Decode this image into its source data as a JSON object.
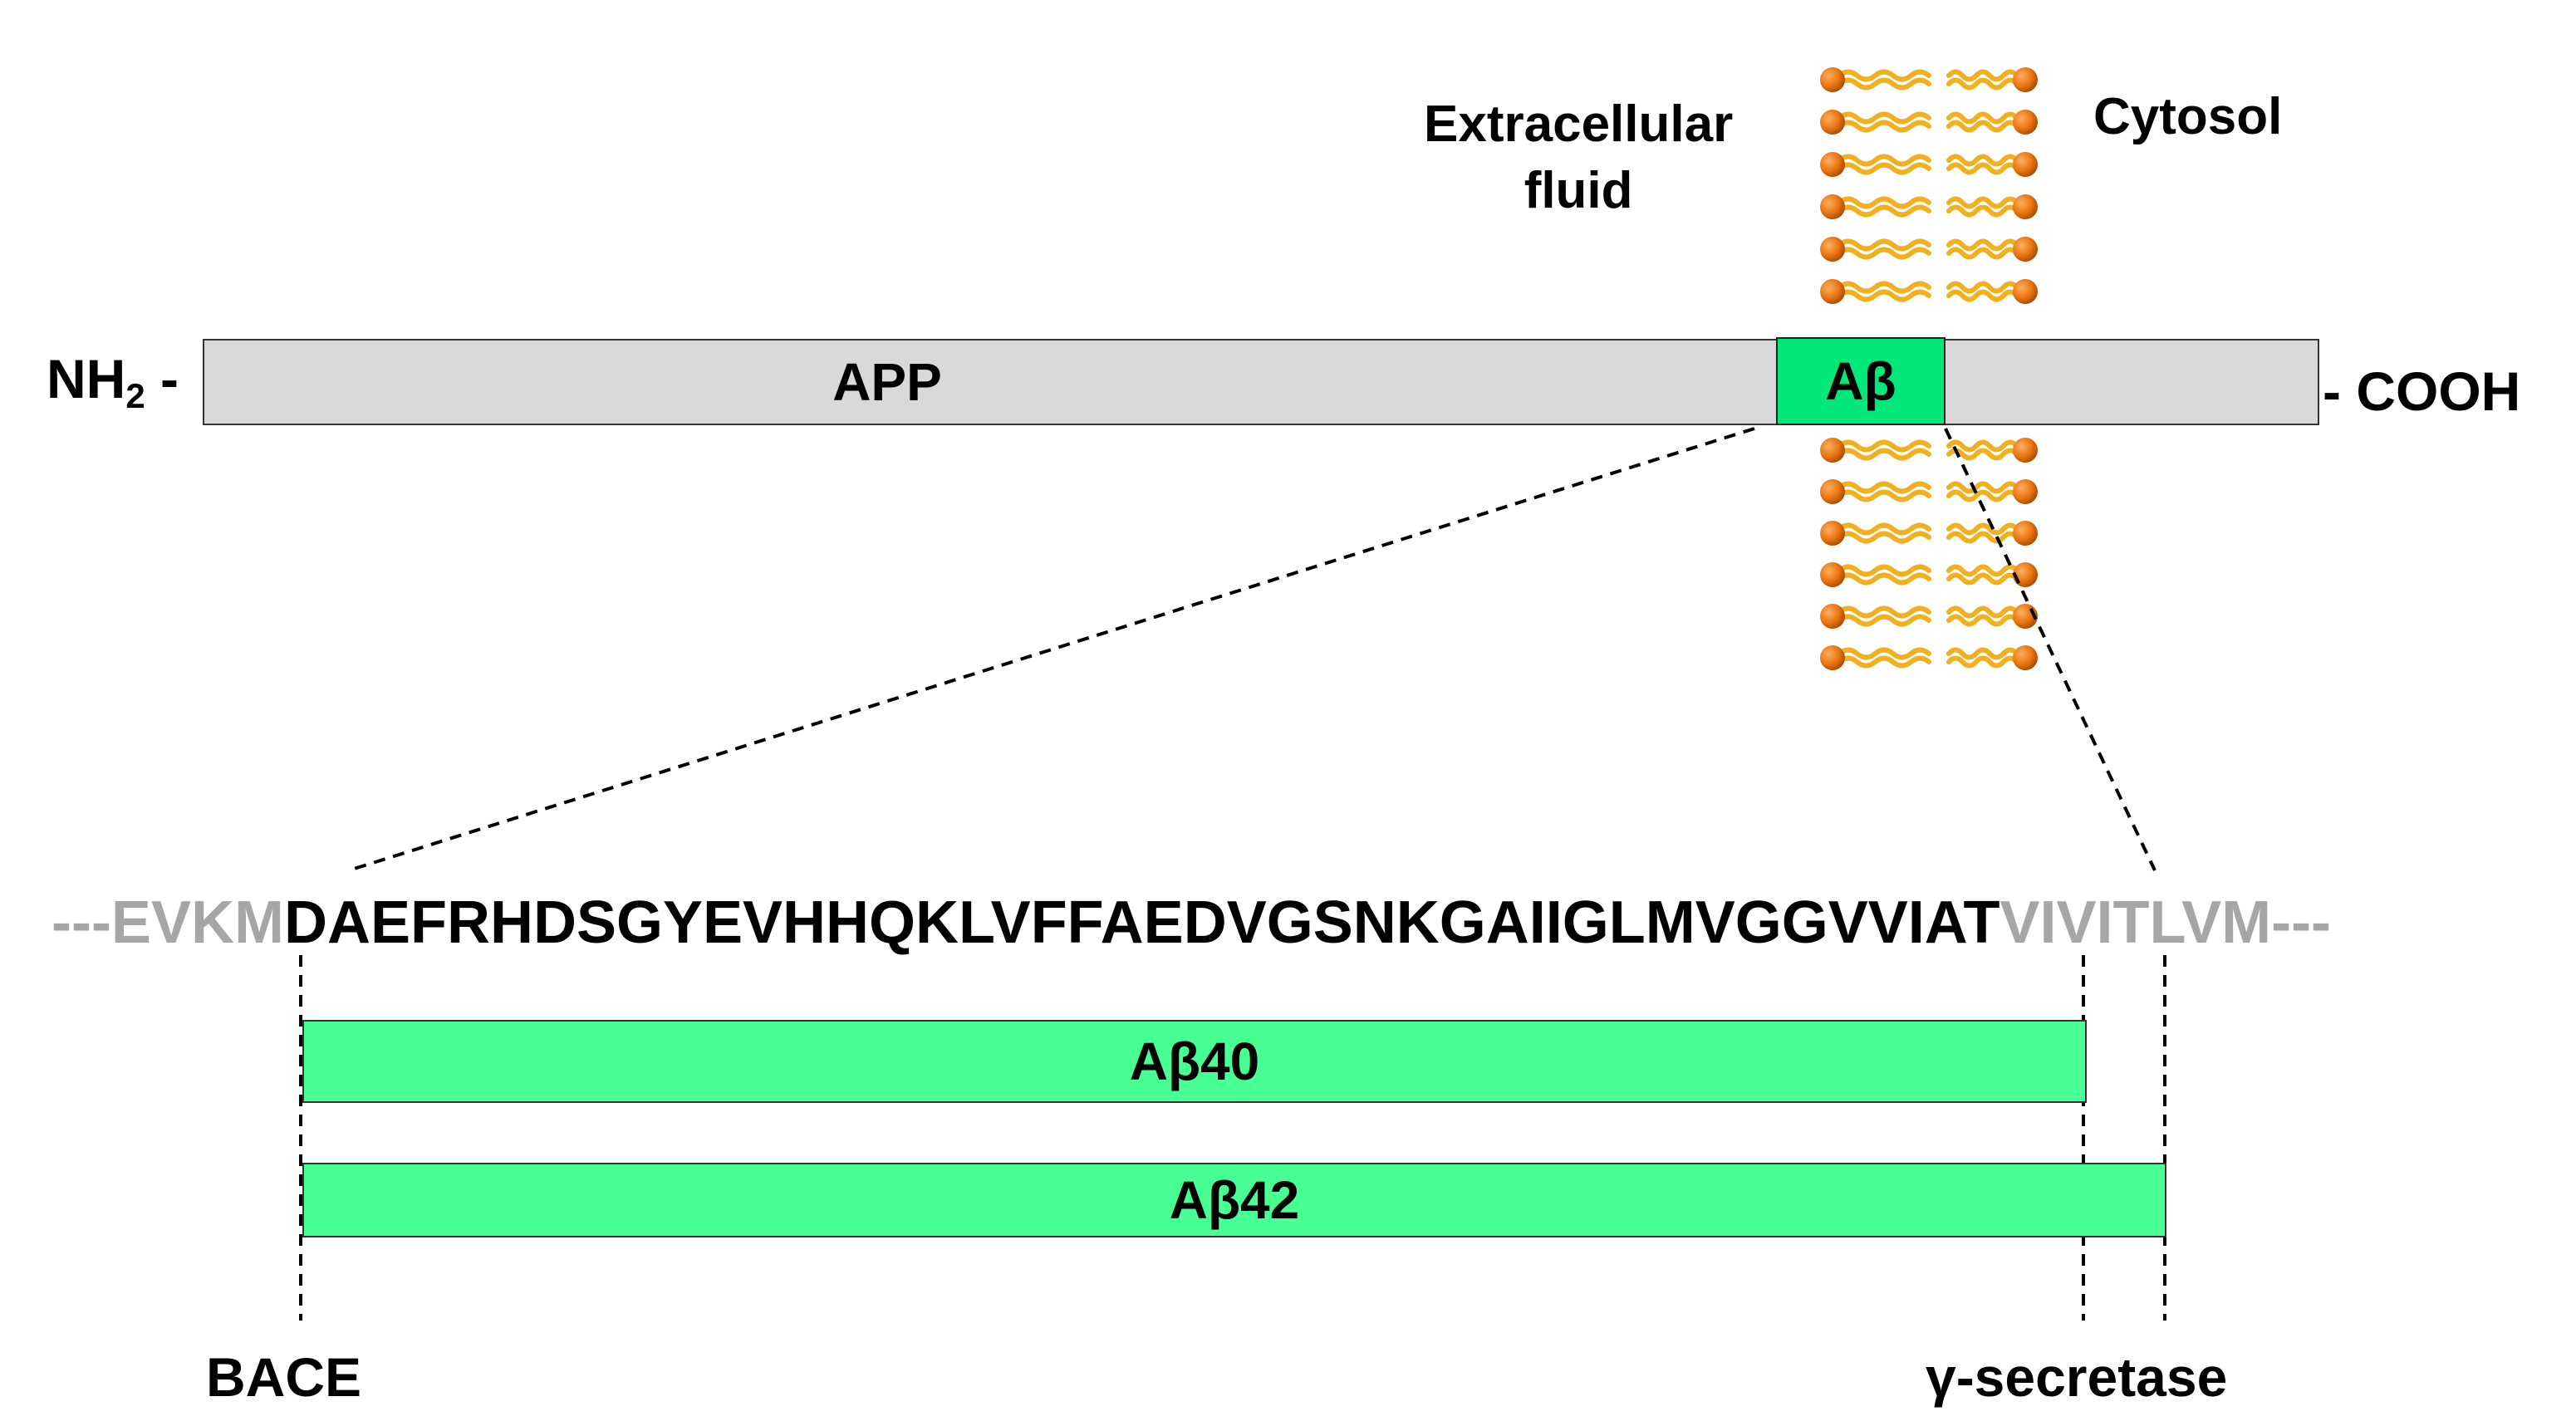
{
  "diagram": {
    "n_terminus": {
      "prefix": "NH",
      "subscript": "2",
      "dash": " -"
    },
    "c_terminus": "- COOH",
    "app_label": "APP",
    "abeta_label": "Aβ",
    "extracellular_label_line1": "Extracellular",
    "extracellular_label_line2": "fluid",
    "cytosol_label": "Cytosol",
    "sequence": {
      "leading_context": "---EVKM",
      "abeta_core": "DAEFRHDSGYEVHHQKLVFFAEDVGSNKGAIIGLMVGGVV",
      "abeta42_extension": "IAT",
      "trailing_context": "VIVITLVM---"
    },
    "ab40_label": "Aβ40",
    "ab42_label": "Aβ42",
    "bace_label": "BACE",
    "gamma_secretase_label": "γ-secretase",
    "colors": {
      "app_bar": "#d9d9d9",
      "abeta_box": "#00e87a",
      "peptide_bar": "#48ff94",
      "context_text": "#a6a6a6",
      "lipid_head": "#e8740e",
      "lipid_tail": "#f0b020"
    }
  }
}
